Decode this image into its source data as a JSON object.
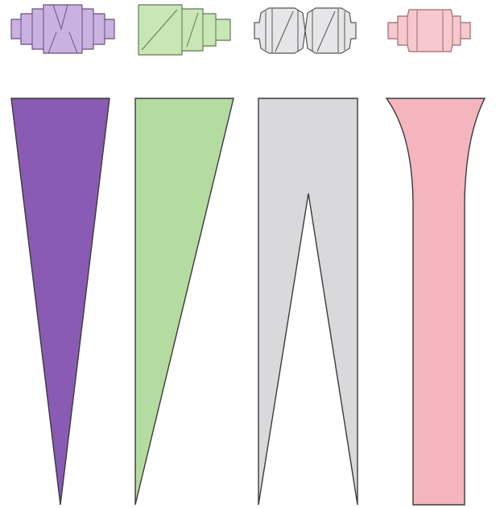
{
  "items": [
    {
      "shape": "long-triangle",
      "bead": "stepped-bicone",
      "fill": "#8a5bb5",
      "bead_fill": "#c9b1e0",
      "bead_stroke": "#6a5080"
    },
    {
      "shape": "right-triangle",
      "bead": "stepped-cone",
      "fill": "#b5dca0",
      "bead_fill": "#c9e6b6",
      "bead_stroke": "#5d7a50"
    },
    {
      "shape": "split-strip",
      "bead": "double-bead",
      "fill": "#d9d9db",
      "bead_fill": "#e6e6e8",
      "bead_stroke": "#555555"
    },
    {
      "shape": "flared-strip",
      "bead": "tube-bead",
      "fill": "#f5b5bf",
      "bead_fill": "#f8c8cf",
      "bead_stroke": "#9a6a70"
    }
  ]
}
